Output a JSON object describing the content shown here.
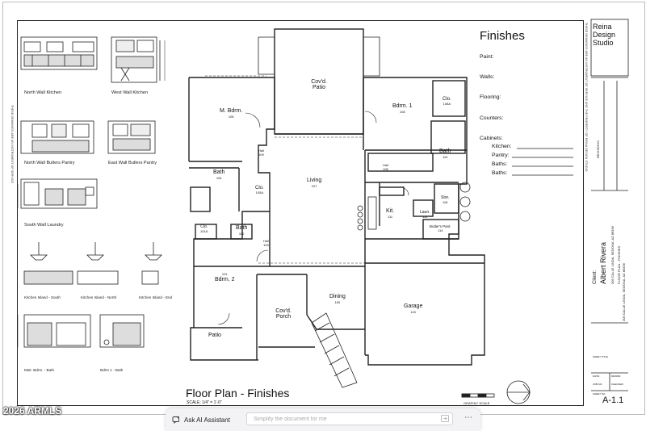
{
  "details": {
    "north_wall_kitchen": "North Wall Kitchen",
    "west_wall_kitchen": "West Wall Kitchen",
    "north_wall_butlers_pantry": "North Wall Butlers Pantry",
    "east_wall_butlers_pantry": "East Wall Butlers Pantry",
    "south_wall_laundry": "South Wall Laundry",
    "kitchen_island_south": "Kitchen Island - South",
    "kitchen_island_north": "Kitchen Island - North",
    "kitchen_island_end": "Kitchen Island - End",
    "mstr_bdrm_bath": "Mstr. Bdrm. - Bath",
    "bdrm1_bath": "Bdrm 1 - Bath"
  },
  "rooms": {
    "m_bdrm": "M. Bdrm.",
    "m_bdrm_no": "105",
    "covd_patio": "Cov'd. Patio",
    "bdrm1": "Bdrm. 1",
    "bdrm1_no": "108",
    "clo_top": "Clo.",
    "clo_top_no": "108A",
    "bath_right": "Bath",
    "bath_right_no": "110",
    "hall_109": "Hall",
    "hall_109_no": "109",
    "hall_left": "Hall",
    "hall_left_no": "106",
    "bath_104": "Bath",
    "bath_104_no": "104",
    "clo_105a": "Clo.",
    "clo_105a_no": "105A",
    "living": "Living",
    "living_no": "107",
    "kit": "Kit.",
    "kit_no": "111",
    "storage": "Stor.",
    "storage_no": "116",
    "laun": "Laun.",
    "laun_no": "112",
    "butlers_pant": "Butler's Pant.",
    "butlers_pant_no": "114",
    "clo_101a": "Clo.",
    "clo_101a_no": "101A",
    "bath_102": "Bath",
    "bath_102_no": "102",
    "hall_103": "Hall",
    "hall_103_no": "103",
    "bdrm2_no": "101",
    "bdrm2": "Bdrm. 2",
    "covd_porch": "Cov'd. Porch",
    "dining": "Dining",
    "dining_no": "100",
    "garage": "Garage",
    "garage_no": "115",
    "patio": "Patio"
  },
  "finishes": {
    "title": "Finishes",
    "paint": "Paint:",
    "walls": "Walls:",
    "flooring": "Flooring:",
    "counters": "Counters:",
    "cabinets": "Cabinets:",
    "kitchen": "Kitchen:",
    "pantry": "Pantry:",
    "baths": "Baths:",
    "baths2": "Baths:"
  },
  "title_block": {
    "firm_line1": "Reina",
    "firm_line2": "Design",
    "firm_line3": "Studio",
    "revisions": "REVISIONS",
    "client_label": "Client:",
    "client_name": "Albert Rivera",
    "client_address": "305 CALLE LINDA, SEDONA, AZ  86336",
    "sheet_desc": "FLOOR PLAN - FINISHES",
    "project_address": "305 CALLE LINDA, SEDONA, AZ  86336",
    "sheet_title_label": "SHEET TITLE",
    "sheet_no_label": "SHEET NO.",
    "sheet_no": "A-1.1",
    "date_label": "DATE:",
    "drawn_label": "DRAWN:",
    "job_label": "JOB NO.:",
    "checked_label": "CHECKED:"
  },
  "plan": {
    "title": "Floor Plan - Finishes",
    "scale": "SCALE: 1/4\" = 1'-0\"",
    "graphic_scale": "GRAPHIC SCALE"
  },
  "watermark": "2026 ARMLS",
  "ai_bar": {
    "assistant_label": "Ask AI Assistant",
    "input_placeholder": "Simplify the document for me",
    "more_label": "⋯"
  }
}
